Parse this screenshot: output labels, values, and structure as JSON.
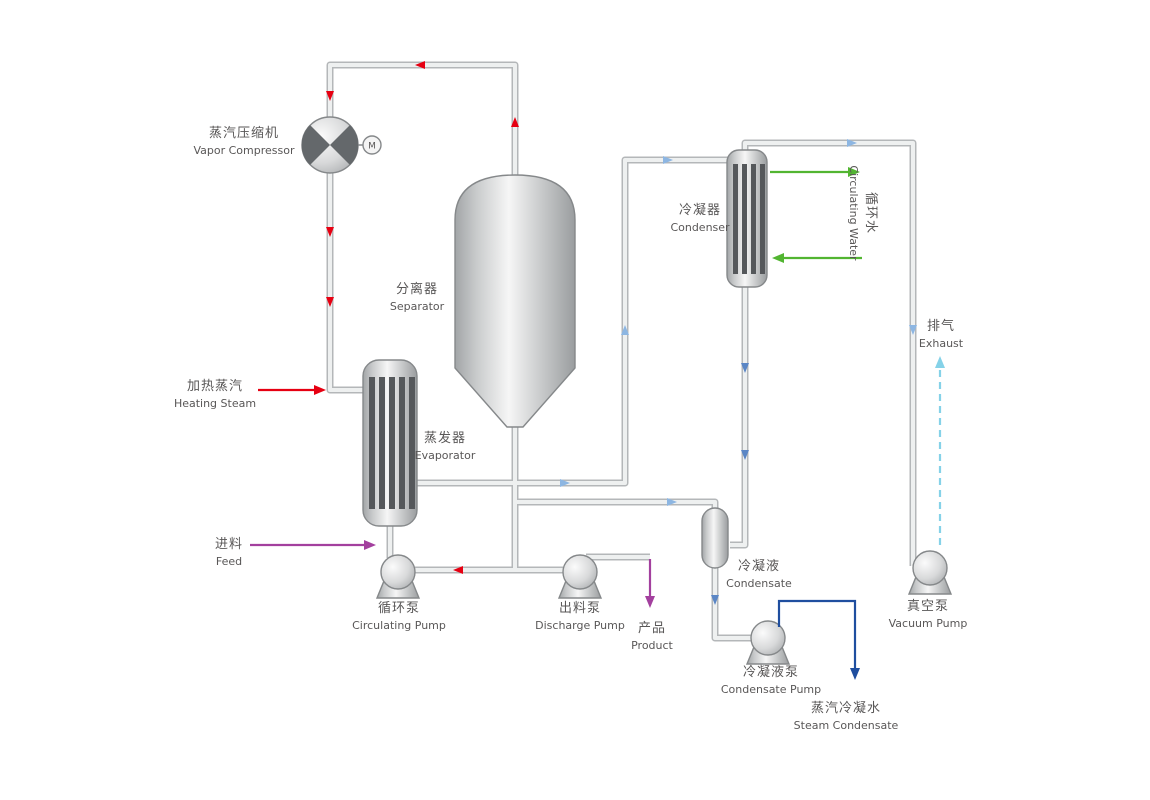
{
  "diagram": {
    "type": "process-flow-mvr-evaporation",
    "labels": {
      "vapor_compressor": {
        "zh": "蒸汽压缩机",
        "en": "Vapor Compressor"
      },
      "separator": {
        "zh": "分离器",
        "en": "Separator"
      },
      "condenser": {
        "zh": "冷凝器",
        "en": "Condenser"
      },
      "evaporator": {
        "zh": "蒸发器",
        "en": "Evaporator"
      },
      "heating_steam": {
        "zh": "加热蒸汽",
        "en": "Heating Steam"
      },
      "feed": {
        "zh": "进料",
        "en": "Feed"
      },
      "circulating_pump": {
        "zh": "循环泵",
        "en": "Circulating Pump"
      },
      "discharge_pump": {
        "zh": "出料泵",
        "en": "Discharge Pump"
      },
      "product": {
        "zh": "产品",
        "en": "Product"
      },
      "condensate": {
        "zh": "冷凝液",
        "en": "Condensate"
      },
      "condensate_pump": {
        "zh": "冷凝液泵",
        "en": "Condensate Pump"
      },
      "vacuum_pump": {
        "zh": "真空泵",
        "en": "Vacuum Pump"
      },
      "exhaust": {
        "zh": "排气",
        "en": "Exhaust"
      },
      "circulating_water": {
        "zh": "循环水",
        "en": "Circulating Water"
      },
      "steam_condensate": {
        "zh": "蒸汽冷凝水",
        "en": "Steam Condensate"
      },
      "motor": "M"
    },
    "colors": {
      "vapor_flow": "#e60012",
      "vent_flow": "#8db6e2",
      "condensate_flow": "#5b86c5",
      "cooling_water": "#52b531",
      "feed_product": "#a3409e",
      "exhaust": "#85d2e8",
      "steam_condensate": "#1f4e9f",
      "pipe": "#b4b7b9",
      "text": "#595757"
    }
  }
}
